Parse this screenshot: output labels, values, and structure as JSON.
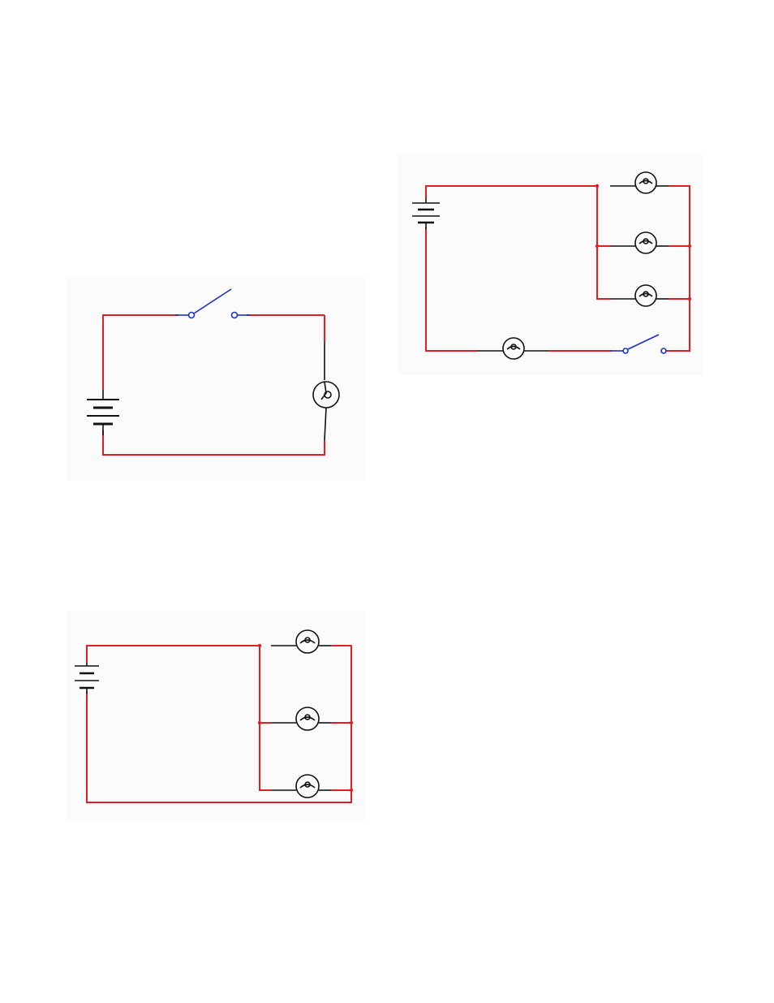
{
  "colors": {
    "wire": "#e02020",
    "lead": "#111111",
    "switch": "#1a2fd0",
    "background": "#ffffff",
    "panel": "#fbfbfb"
  },
  "diagrams": [
    {
      "id": "series-switch-one-lamp",
      "components": [
        "battery",
        "switch-open",
        "lamp"
      ]
    },
    {
      "id": "three-parallel-lamps-plus-series-lamp-and-switch",
      "components": [
        "battery",
        "lamp",
        "lamp",
        "lamp",
        "lamp",
        "switch-open"
      ]
    },
    {
      "id": "three-parallel-lamps",
      "components": [
        "battery",
        "lamp",
        "lamp",
        "lamp"
      ]
    }
  ]
}
